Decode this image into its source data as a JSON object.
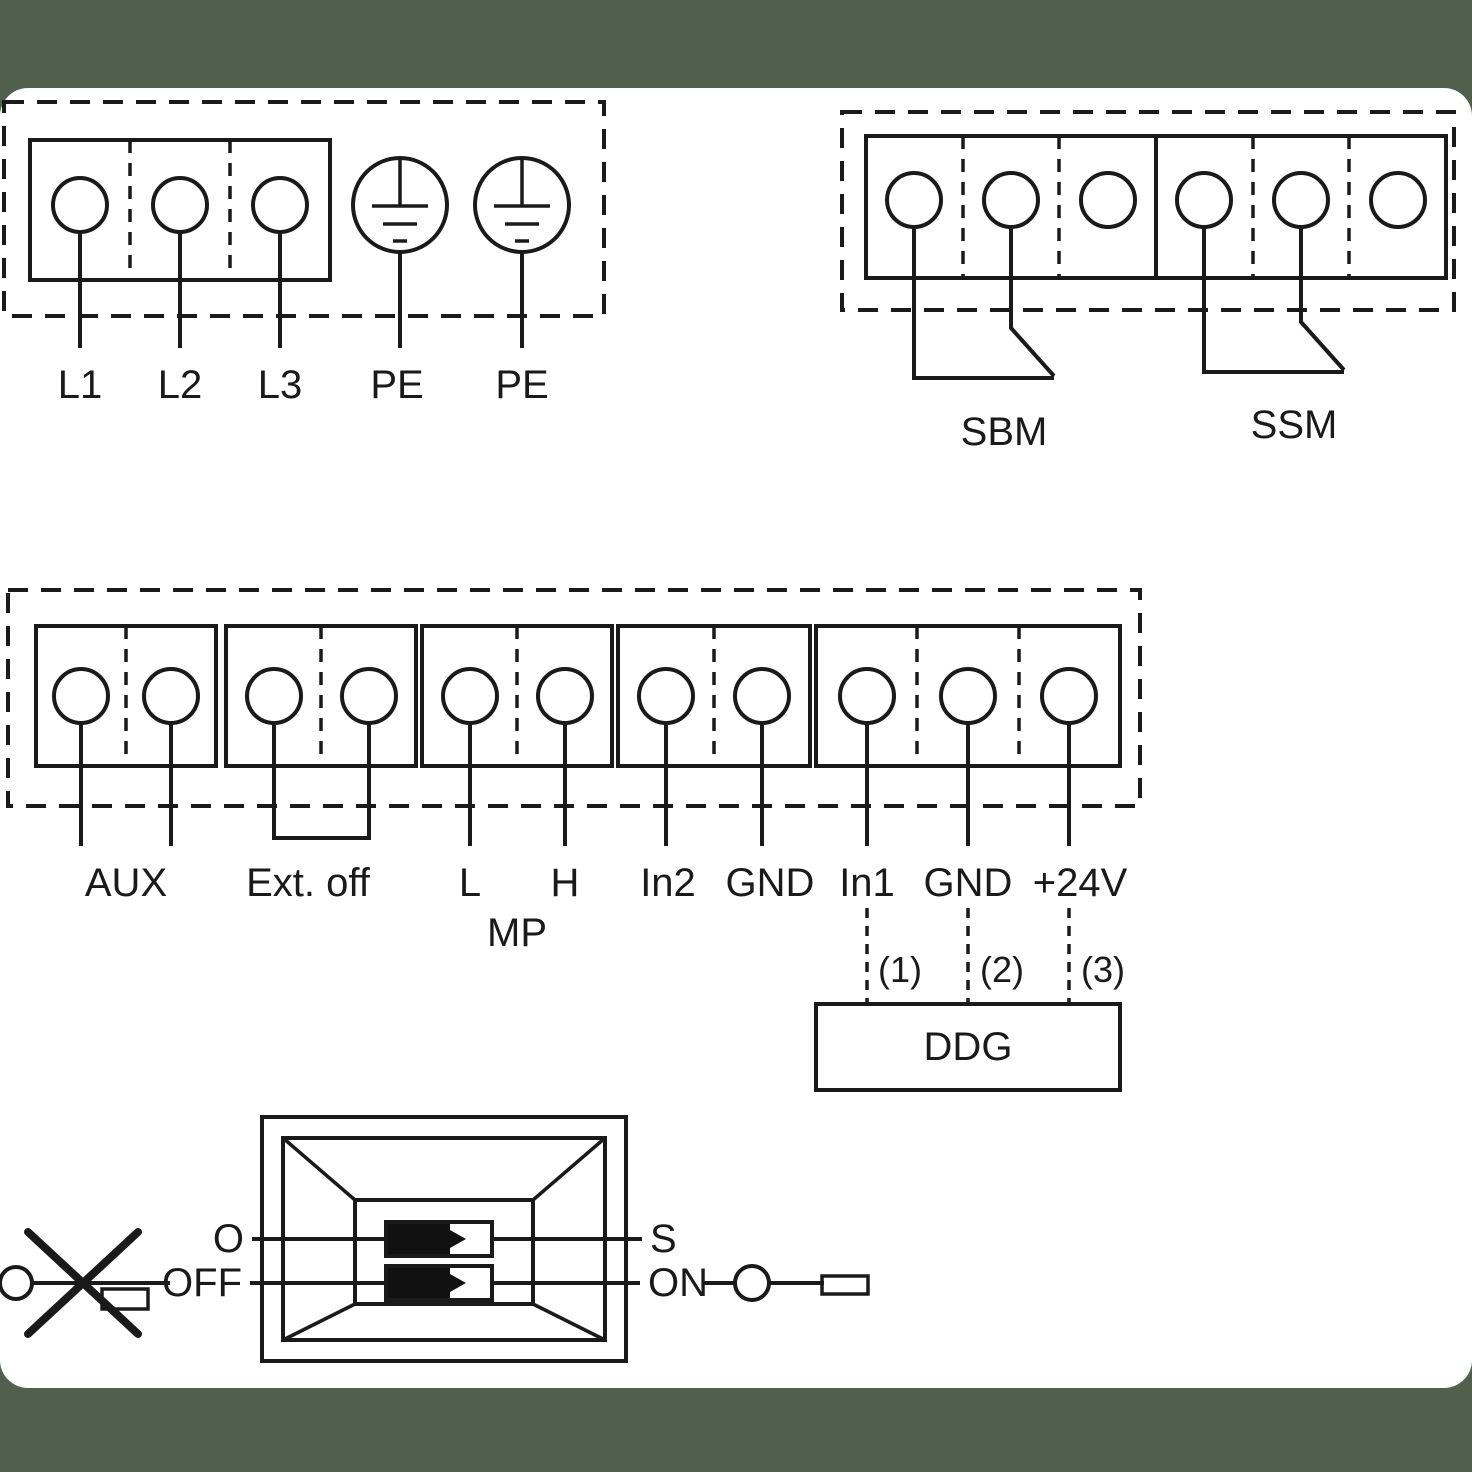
{
  "colors": {
    "line": "#1a1a1a",
    "background": "#ffffff",
    "band": "#51604d",
    "switch_fill": "#111111"
  },
  "power_block": {
    "l1": "L1",
    "l2": "L2",
    "l3": "L3",
    "pe1": "PE",
    "pe2": "PE"
  },
  "relay_block": {
    "sbm": "SBM",
    "ssm": "SSM"
  },
  "control_block": {
    "aux": "AUX",
    "ext_off": "Ext. off",
    "l": "L",
    "h": "H",
    "in2": "In2",
    "gnd1": "GND",
    "in1": "In1",
    "gnd2": "GND",
    "v24": "+24V",
    "mp": "MP"
  },
  "ddg_block": {
    "pin1": "(1)",
    "pin2": "(2)",
    "pin3": "(3)",
    "label": "DDG"
  },
  "dip_block": {
    "o": "O",
    "s": "S",
    "off": "OFF",
    "on": "ON"
  }
}
